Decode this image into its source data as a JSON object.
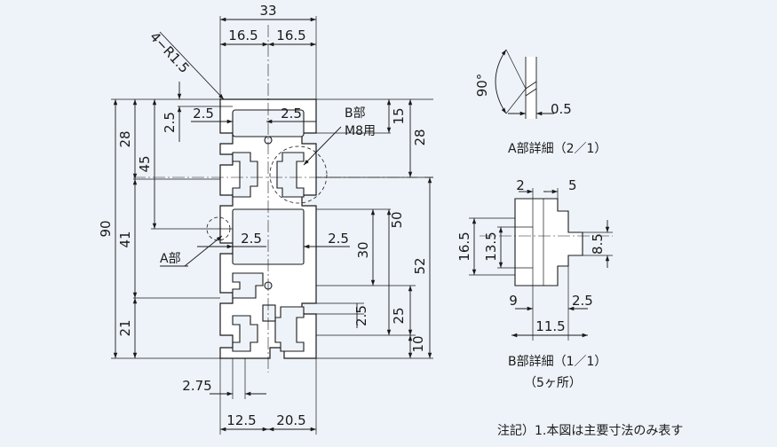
{
  "drawing": {
    "main_dims": {
      "top_total": "33",
      "top_left": "16.5",
      "top_right": "16.5",
      "radius": "4−R1.5",
      "left_total": "90",
      "left_28": "28",
      "left_45": "45",
      "left_41": "41",
      "left_21": "21",
      "slot_depth": "2.5",
      "inner_left": "2.5",
      "inner_right": "2.5",
      "mid_left": "2.5",
      "mid_right": "2.5",
      "right_15": "15",
      "right_28": "28",
      "right_50": "50",
      "right_52": "52",
      "right_30": "30",
      "right_25": "25",
      "right_10": "10",
      "right_2_5": "2.5",
      "bottom_2_75": "2.75",
      "bottom_12_5": "12.5",
      "bottom_20_5": "20.5"
    },
    "callouts": {
      "b_part": "B部",
      "b_note": "M8用",
      "a_part": "A部"
    },
    "detail_a": {
      "angle": "90°",
      "gap": "0.5",
      "caption": "A部詳細（2／1）"
    },
    "detail_b": {
      "dim_2": "2",
      "dim_5": "5",
      "dim_16_5": "16.5",
      "dim_13_5": "13.5",
      "dim_8_5": "8.5",
      "dim_9": "9",
      "dim_2_5": "2.5",
      "dim_11_5": "11.5",
      "caption": "B部詳細（1／1）",
      "subcaption": "（5ヶ所）"
    },
    "note": "注記）1.本図は主要寸法のみ表す"
  }
}
